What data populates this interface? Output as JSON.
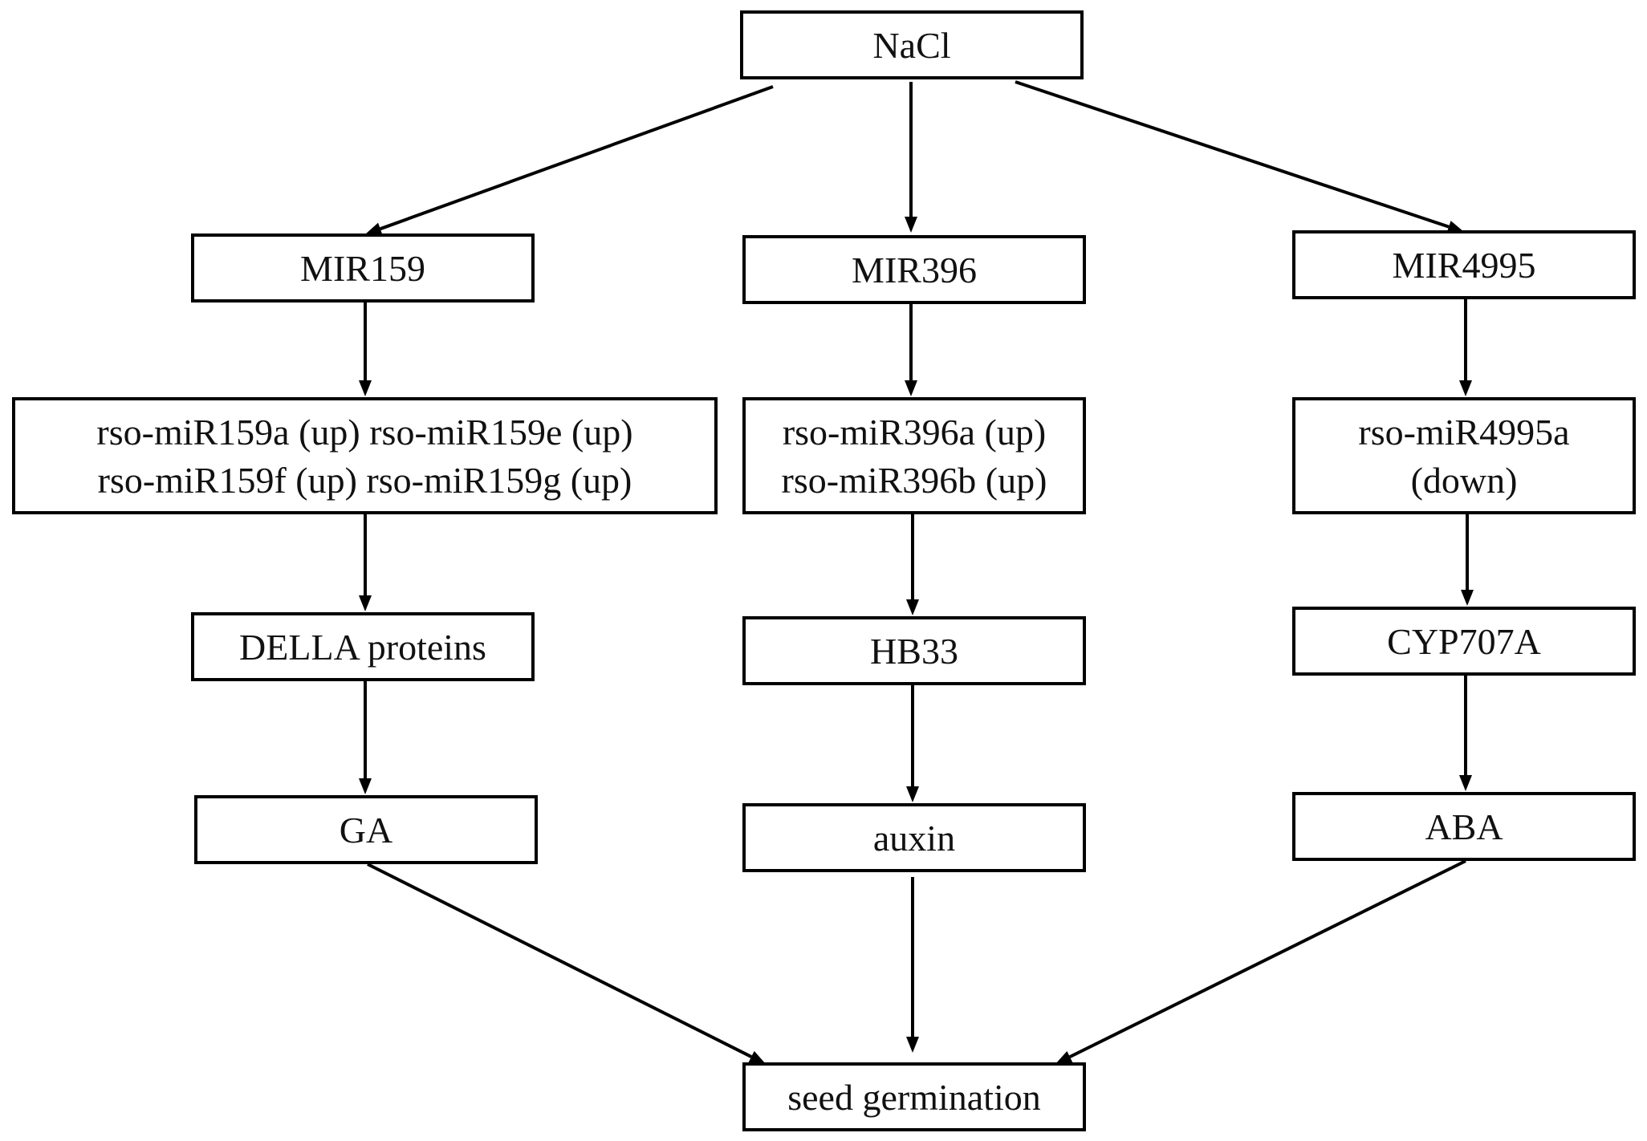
{
  "nodes": {
    "nacl": {
      "lines": [
        "NaCl"
      ]
    },
    "mir159": {
      "lines": [
        "MIR159"
      ]
    },
    "mir396": {
      "lines": [
        "MIR396"
      ]
    },
    "mir4995": {
      "lines": [
        "MIR4995"
      ]
    },
    "rso159": {
      "lines": [
        "rso-miR159a (up)  rso-miR159e (up)",
        "rso-miR159f (up)  rso-miR159g (up)"
      ]
    },
    "rso396": {
      "lines": [
        "rso-miR396a (up)",
        "rso-miR396b (up)"
      ]
    },
    "rso4995": {
      "lines": [
        "rso-miR4995a",
        "(down)"
      ]
    },
    "della": {
      "lines": [
        "DELLA proteins"
      ]
    },
    "hb33": {
      "lines": [
        "HB33"
      ]
    },
    "cyp707a": {
      "lines": [
        "CYP707A"
      ]
    },
    "ga": {
      "lines": [
        "GA"
      ]
    },
    "auxin": {
      "lines": [
        "auxin"
      ]
    },
    "aba": {
      "lines": [
        "ABA"
      ]
    },
    "seed": {
      "lines": [
        "seed germination"
      ]
    }
  },
  "edges": [
    {
      "from": "nacl",
      "to": "mir159"
    },
    {
      "from": "nacl",
      "to": "mir396"
    },
    {
      "from": "nacl",
      "to": "mir4995"
    },
    {
      "from": "mir159",
      "to": "rso159"
    },
    {
      "from": "mir396",
      "to": "rso396"
    },
    {
      "from": "mir4995",
      "to": "rso4995"
    },
    {
      "from": "rso159",
      "to": "della"
    },
    {
      "from": "rso396",
      "to": "hb33"
    },
    {
      "from": "rso4995",
      "to": "cyp707a"
    },
    {
      "from": "della",
      "to": "ga"
    },
    {
      "from": "hb33",
      "to": "auxin"
    },
    {
      "from": "cyp707a",
      "to": "aba"
    },
    {
      "from": "ga",
      "to": "seed"
    },
    {
      "from": "auxin",
      "to": "seed"
    },
    {
      "from": "aba",
      "to": "seed"
    }
  ]
}
